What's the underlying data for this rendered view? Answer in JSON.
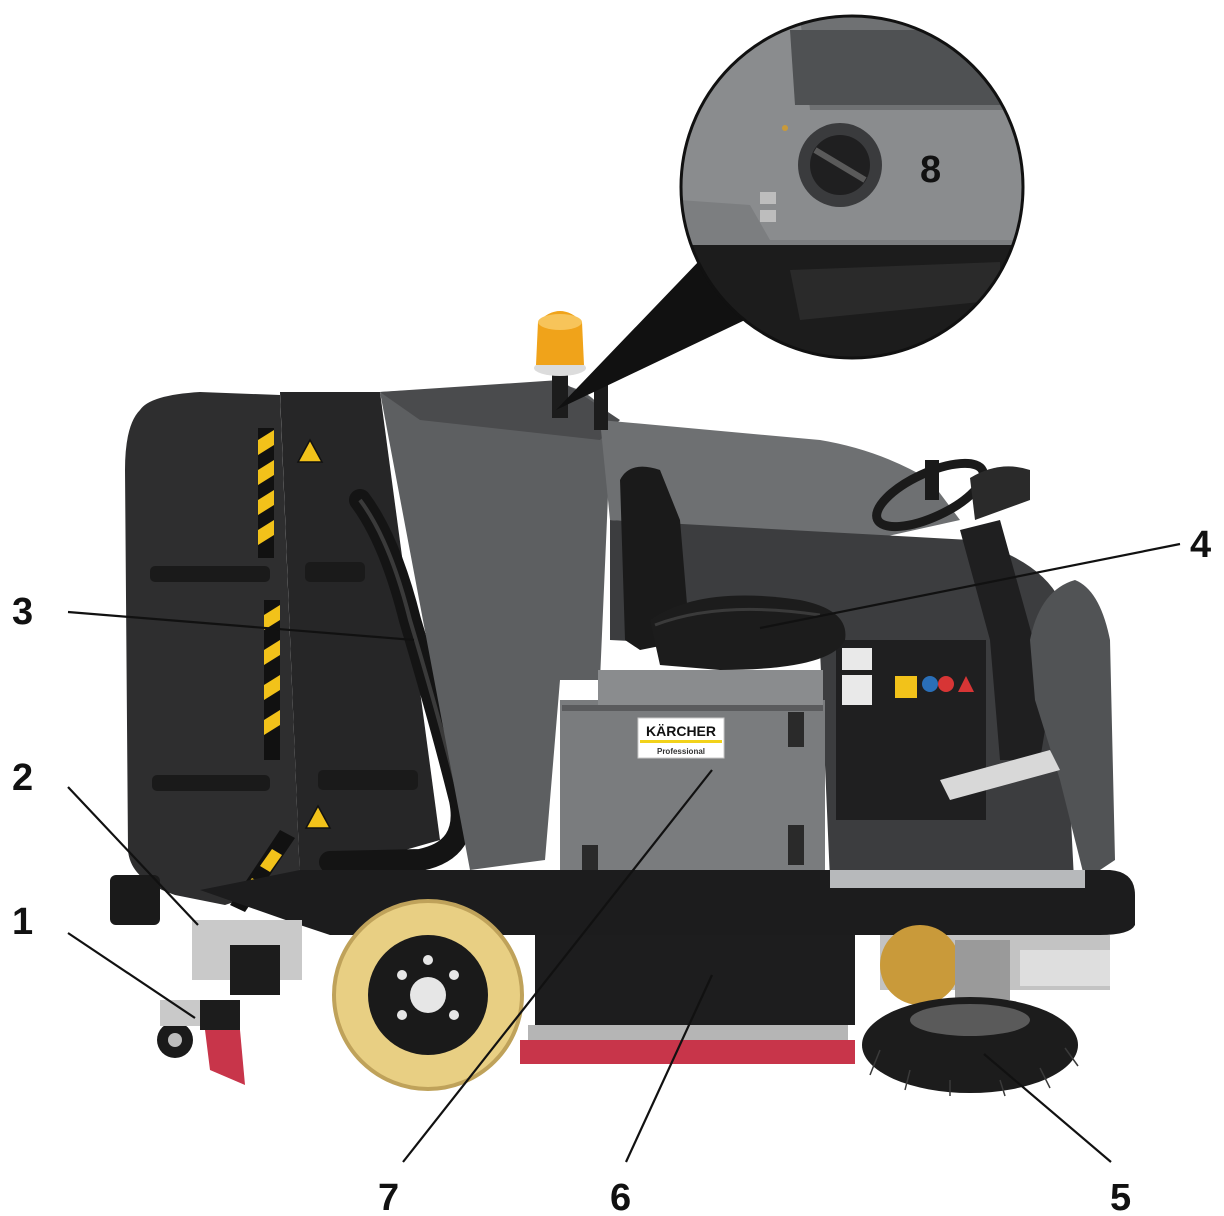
{
  "brand": {
    "name": "KÄRCHER",
    "sub": "Professional"
  },
  "colors": {
    "body_dark": "#2b2b2b",
    "body_grey": "#6b6d6f",
    "body_mid": "#4a4b4d",
    "tire": "#e8cf83",
    "beacon": "#f0a31a",
    "hazard_yellow": "#f2c21a",
    "squeegee_red": "#c8354a",
    "brush_black": "#1c1c1c",
    "leader": "#111111"
  },
  "callouts": [
    {
      "id": "1",
      "label": "1"
    },
    {
      "id": "2",
      "label": "2"
    },
    {
      "id": "3",
      "label": "3"
    },
    {
      "id": "4",
      "label": "4"
    },
    {
      "id": "5",
      "label": "5"
    },
    {
      "id": "6",
      "label": "6"
    },
    {
      "id": "7",
      "label": "7"
    },
    {
      "id": "8",
      "label": "8"
    }
  ]
}
